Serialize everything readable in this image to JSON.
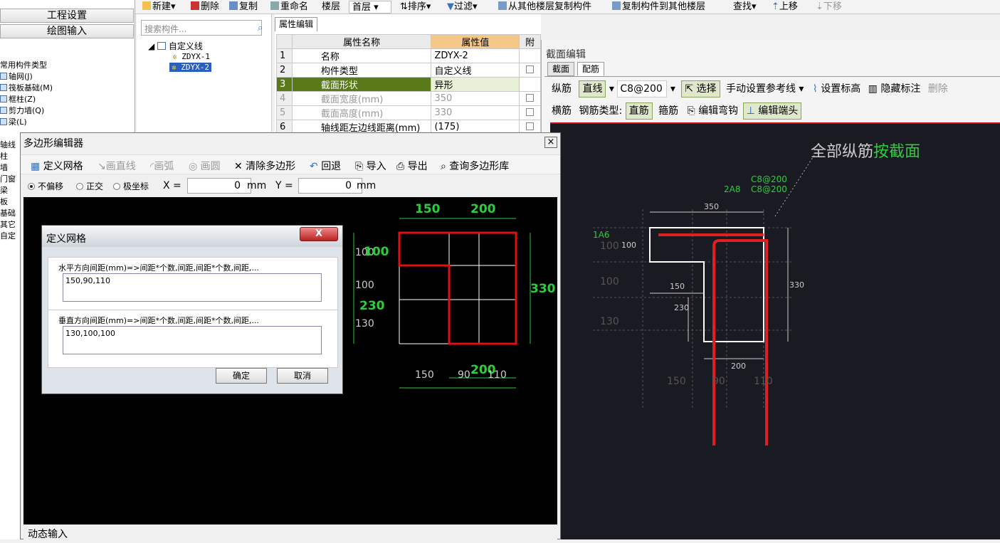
{
  "toolbar": {
    "items": [
      "新建",
      "删除",
      "复制",
      "重命名",
      "楼层",
      "首层",
      "排序",
      "过滤",
      "从其他楼层复制构件",
      "复制构件到其他楼层",
      "查找",
      "上移",
      "下移"
    ]
  },
  "left": {
    "btn1": "工程设置",
    "btn2": "绘图输入",
    "heading": "常用构件类型",
    "cats": [
      "轴网(J)",
      "筏板基础(M)",
      "框柱(Z)",
      "剪力墙(Q)",
      "梁(L)"
    ],
    "side": [
      "轴线",
      "柱",
      "墙",
      "门窗",
      "梁",
      "板",
      "基础",
      "其它",
      "自定"
    ]
  },
  "tree": {
    "search": "搜索构件...",
    "root": "自定义线",
    "items": [
      "ZDYX-1",
      "ZDYX-2"
    ]
  },
  "props": {
    "tab": "属性编辑",
    "h_name": "属性名称",
    "h_val": "属性值",
    "h_add": "附",
    "rows": [
      {
        "n": "1",
        "k": "名称",
        "v": "ZDYX-2"
      },
      {
        "n": "2",
        "k": "构件类型",
        "v": "自定义线"
      },
      {
        "n": "3",
        "k": "截面形状",
        "v": "异形"
      },
      {
        "n": "4",
        "k": "截面宽度(mm)",
        "v": "350"
      },
      {
        "n": "5",
        "k": "截面高度(mm)",
        "v": "330"
      },
      {
        "n": "6",
        "k": "轴线距左边线距离(mm)",
        "v": "(175)"
      }
    ]
  },
  "section": {
    "title": "截面编辑",
    "tab1": "截面",
    "tab2": "配筋",
    "row1": [
      "纵筋",
      "直线",
      "C8@200",
      "选择",
      "手动设置参考线",
      "设置标高",
      "隐藏标注",
      "删除"
    ],
    "row2": [
      "横筋",
      "钢筋类型:",
      "直筋",
      "箍筋",
      "编辑弯钩",
      "编辑端头"
    ],
    "canvas": {
      "hint1": "全部纵筋",
      "hint2": "按截面",
      "labels": {
        "c8a": "C8@200",
        "c8b": "C8@200",
        "a2": "2A8",
        "a1": "1A6",
        "d350": "350",
        "d100": "100",
        "d100b": "100",
        "d100c": "100",
        "d150": "150",
        "d230": "230",
        "d130": "130",
        "d330": "330",
        "d200": "200",
        "g150": "150",
        "g90": "90",
        "g110": "110"
      }
    }
  },
  "poly": {
    "title": "多边形编辑器",
    "close": "×",
    "tb": [
      "定义网格",
      "画直线",
      "画弧",
      "画圆",
      "清除多边形",
      "回退",
      "导入",
      "导出",
      "查询多边形库"
    ],
    "opts": [
      "不偏移",
      "正交",
      "极坐标"
    ],
    "x_label": "X =",
    "x_val": "0",
    "y_label": "Y =",
    "y_val": "0",
    "unit": "mm",
    "status": "动态输入",
    "dims": {
      "t150": "150",
      "t200": "200",
      "r330": "330",
      "l100": "100",
      "l100g": "100",
      "l100b": "100",
      "l230": "230",
      "l130": "130",
      "b200": "200",
      "b150": "150",
      "b90": "90",
      "b110": "110"
    }
  },
  "grid": {
    "title": "定义网格",
    "close": "X",
    "hlabel": "水平方向间距(mm)=>间距*个数,间距,间距*个数,间距,...",
    "hval": "150,90,110",
    "vlabel": "垂直方向间距(mm)=>间距*个数,间距,间距*个数,间距,...",
    "vval": "130,100,100",
    "ok": "确定",
    "cancel": "取消"
  }
}
